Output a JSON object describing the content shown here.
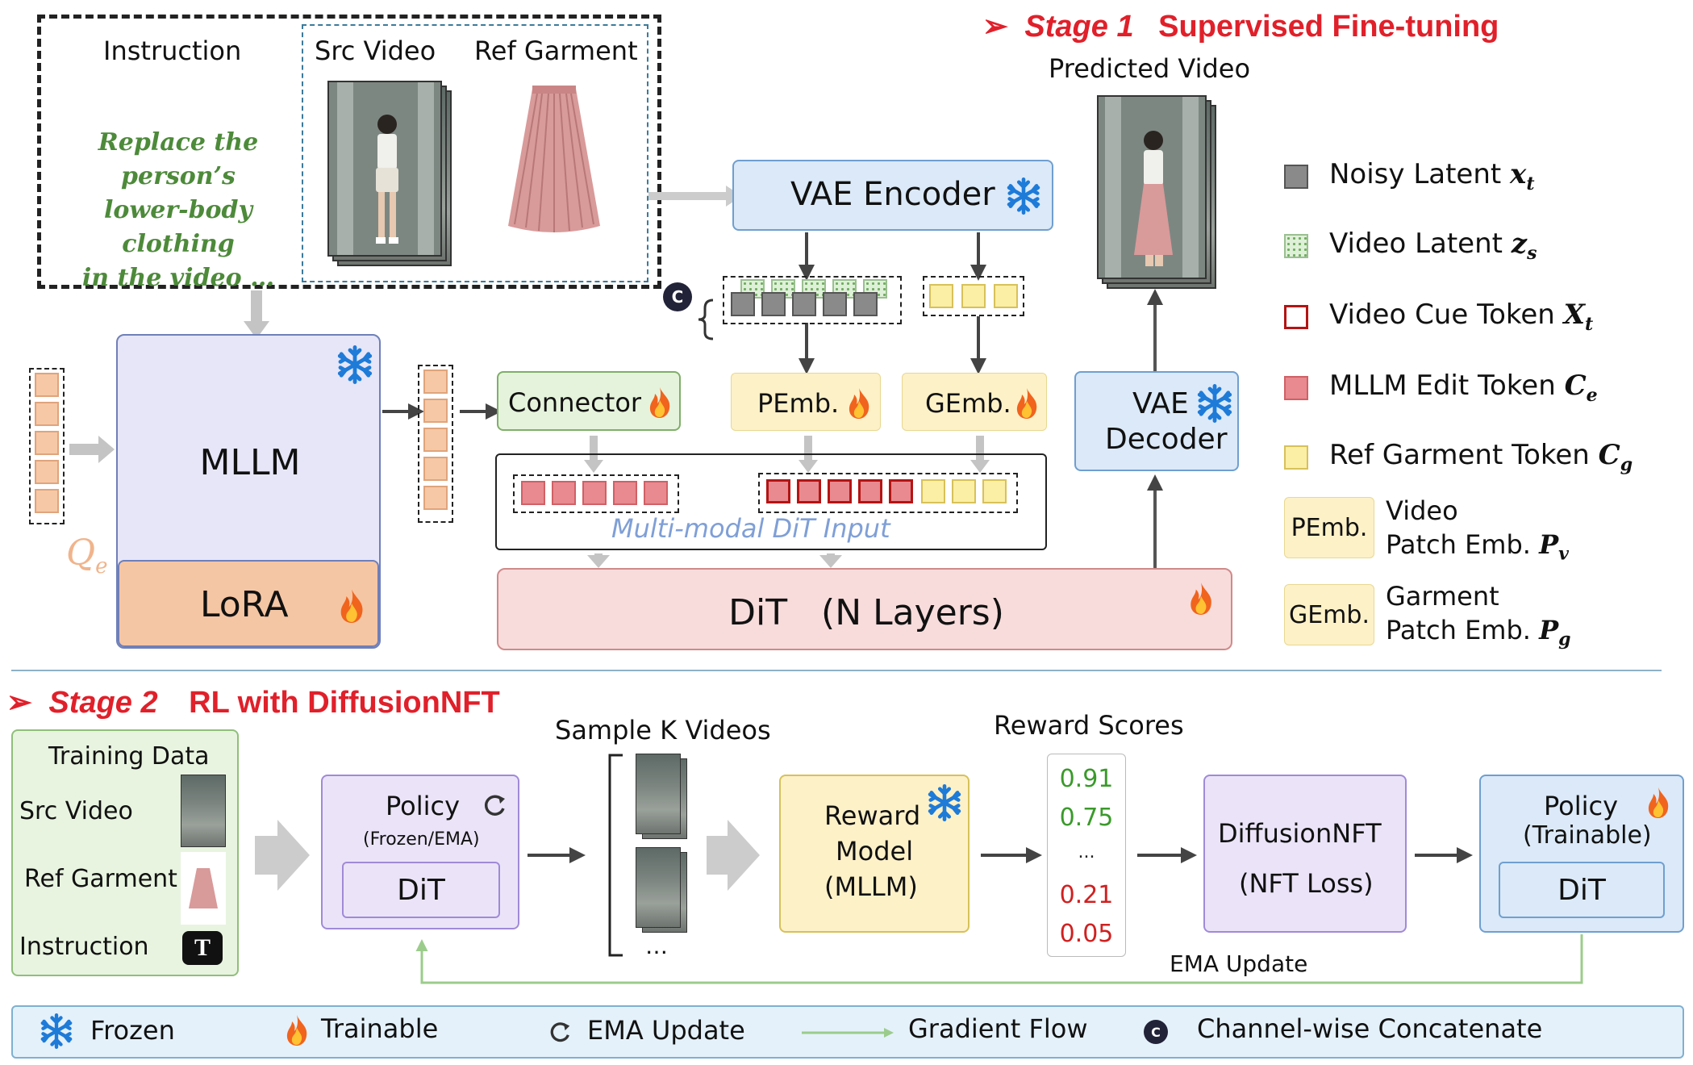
{
  "stage1": {
    "arrow": "➢",
    "label": "Stage 1",
    "title": "Supervised Fine-tuning"
  },
  "stage2": {
    "arrow": "➢",
    "label": "Stage 2",
    "title": "RL with DiffusionNFT"
  },
  "inputs": {
    "instruction_header": "Instruction",
    "src_video_header": "Src Video",
    "ref_garment_header": "Ref Garment",
    "instruction_text": [
      "Replace the person’s",
      "lower-body clothing",
      "in the video …"
    ]
  },
  "blocks": {
    "vae_encoder": "VAE Encoder",
    "vae_decoder_1": "VAE",
    "vae_decoder_2": "Decoder",
    "mllm": "MLLM",
    "lora": "LoRA",
    "connector": "Connector",
    "pemb": "PEmb.",
    "gemb": "GEmb.",
    "dit_input": "Multi-modal DiT Input",
    "dit": "DiT   (N Layers)",
    "predicted_video": "Predicted Video",
    "concat_symbol": "C",
    "query_label": "Q",
    "query_sub": "e"
  },
  "legend_right": [
    {
      "icon": "noisy",
      "label": "Noisy Latent",
      "math": "x",
      "sub": "t"
    },
    {
      "icon": "video",
      "label": "Video Latent",
      "math": "z",
      "sub": "s"
    },
    {
      "icon": "cue",
      "label": "Video Cue Token",
      "math": "X",
      "sub": "t"
    },
    {
      "icon": "edit",
      "label": "MLLM Edit Token",
      "math": "C",
      "sub": "e"
    },
    {
      "icon": "garm",
      "label": "Ref Garment Token",
      "math": "C",
      "sub": "g"
    }
  ],
  "legend_emb": [
    {
      "badge": "PEmb.",
      "line1": "Video",
      "line2": "Patch Emb.",
      "math": "P",
      "sub": "v"
    },
    {
      "badge": "GEmb.",
      "line1": "Garment",
      "line2": "Patch Emb.",
      "math": "P",
      "sub": "g"
    }
  ],
  "stage2_blocks": {
    "training_data": "Training Data",
    "src_video": "Src Video",
    "ref_garment": "Ref Garment",
    "instruction": "Instruction",
    "instruction_icon": "T",
    "policy_frozen_title": "Policy",
    "policy_frozen_sub": "(Frozen/EMA)",
    "dit": "DiT",
    "sample_k": "Sample K Videos",
    "ellipsis": "…",
    "reward_model_1": "Reward",
    "reward_model_2": "Model",
    "reward_model_3": "(MLLM)",
    "reward_scores_title": "Reward Scores",
    "diffusionnft_1": "DiffusionNFT",
    "diffusionnft_2": "(NFT Loss)",
    "policy_trainable_title": "Policy",
    "policy_trainable_sub": "(Trainable)",
    "ema_update": "EMA Update"
  },
  "reward_scores": [
    {
      "value": "0.91",
      "color": "#3a9a2a"
    },
    {
      "value": "0.75",
      "color": "#3a9a2a"
    },
    {
      "value": "...",
      "color": "#222222"
    },
    {
      "value": "0.21",
      "color": "#d02020"
    },
    {
      "value": "0.05",
      "color": "#d02020"
    }
  ],
  "bottom_legend": {
    "frozen": "Frozen",
    "trainable": "Trainable",
    "ema": "EMA Update",
    "gradient": "Gradient Flow",
    "concat_symbol": "C",
    "concat": "Channel-wise Concatenate"
  },
  "colors": {
    "accent_red": "#e0202a",
    "instruction_green": "#4d8a3a",
    "multimodal_blue": "#7f9fd6",
    "gradient_green": "#9ccc8c",
    "snowflake_blue": "#1e7bd8",
    "fire_orange": "#f0641e"
  },
  "icons": {
    "frozen": "snowflake-icon",
    "trainable": "fire-icon",
    "ema": "refresh-icon",
    "concat": "circle-c-icon"
  }
}
